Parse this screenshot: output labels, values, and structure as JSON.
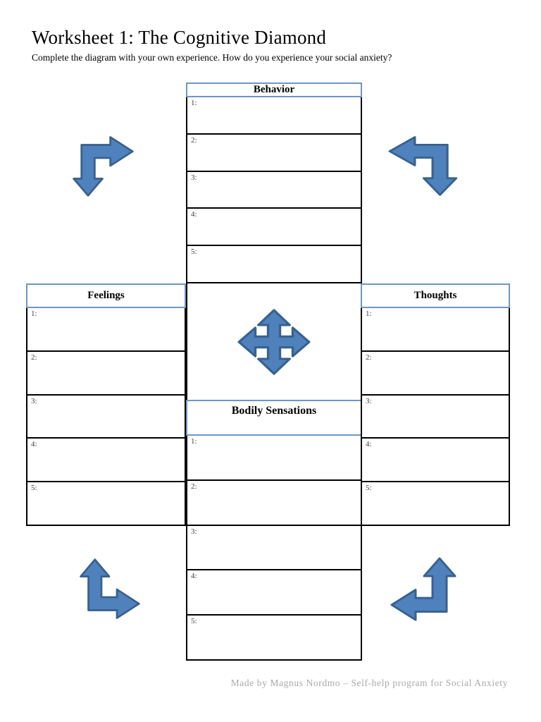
{
  "page": {
    "title": "Worksheet 1: The Cognitive Diamond",
    "subtitle": "Complete the diagram with your own experience. How do you experience your social anxiety?",
    "footer_credit": "Made by Magnus Nordmo – Self-help program for Social Anxiety"
  },
  "colors": {
    "accent_blue": "#4f81bd",
    "arrow_fill": "#4f81bd",
    "arrow_outline": "#38618e",
    "header_border_blue": "#6e96c5",
    "grid_line": "#000000",
    "footer_gray": "#a9a9a9"
  },
  "icons": {
    "center": "move-four-way-arrow-icon",
    "top_left": "bent-double-arrow-down-right-icon",
    "top_right": "bent-double-arrow-down-left-icon",
    "bottom_left": "bent-double-arrow-up-right-icon",
    "bottom_right": "bent-double-arrow-up-left-icon"
  },
  "tables": {
    "behavior": {
      "title": "Behavior",
      "rows": [
        {
          "label": "1:",
          "value": ""
        },
        {
          "label": "2:",
          "value": ""
        },
        {
          "label": "3:",
          "value": ""
        },
        {
          "label": "4:",
          "value": ""
        },
        {
          "label": "5:",
          "value": ""
        }
      ]
    },
    "feelings": {
      "title": "Feelings",
      "rows": [
        {
          "label": "1:",
          "value": ""
        },
        {
          "label": "2:",
          "value": ""
        },
        {
          "label": "3:",
          "value": ""
        },
        {
          "label": "4:",
          "value": ""
        },
        {
          "label": "5:",
          "value": ""
        }
      ]
    },
    "thoughts": {
      "title": "Thoughts",
      "rows": [
        {
          "label": "1:",
          "value": ""
        },
        {
          "label": "2:",
          "value": ""
        },
        {
          "label": "3:",
          "value": ""
        },
        {
          "label": "4:",
          "value": ""
        },
        {
          "label": "5:",
          "value": ""
        }
      ]
    },
    "bodily_sensations": {
      "title": "Bodily Sensations",
      "rows": [
        {
          "label": "1:",
          "value": ""
        },
        {
          "label": "2:",
          "value": ""
        },
        {
          "label": "3:",
          "value": ""
        },
        {
          "label": "4:",
          "value": ""
        },
        {
          "label": "5:",
          "value": ""
        }
      ]
    }
  }
}
